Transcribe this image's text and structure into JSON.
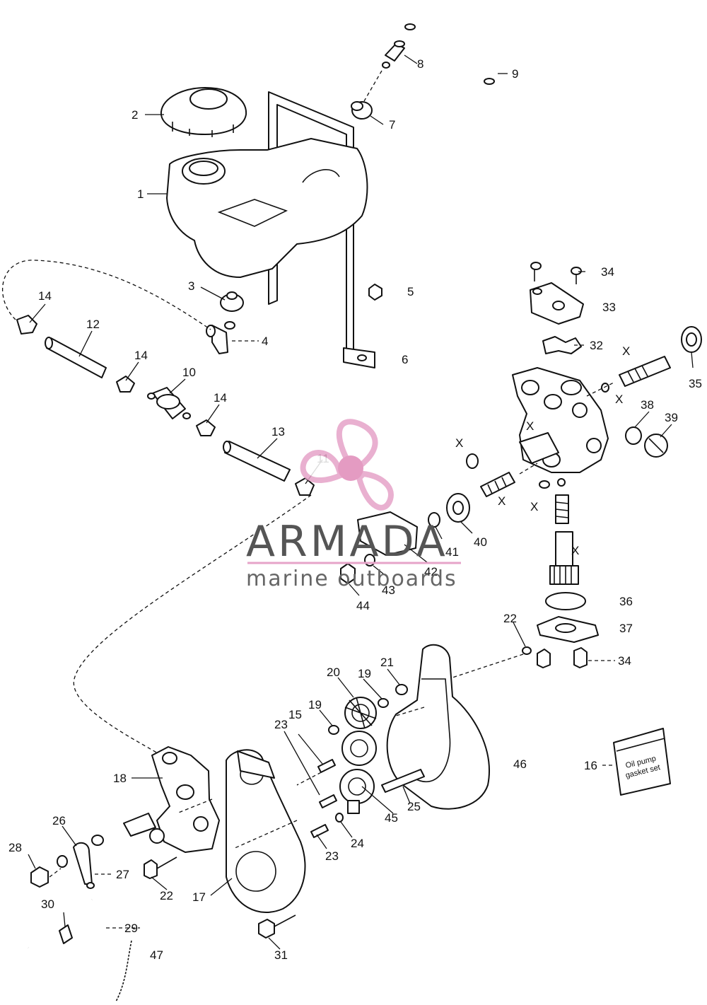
{
  "labels": [
    {
      "id": "1",
      "text": "1"
    },
    {
      "id": "2",
      "text": "2"
    },
    {
      "id": "3",
      "text": "3"
    },
    {
      "id": "4",
      "text": "4"
    },
    {
      "id": "5",
      "text": "5"
    },
    {
      "id": "6",
      "text": "6"
    },
    {
      "id": "7",
      "text": "7"
    },
    {
      "id": "8",
      "text": "8"
    },
    {
      "id": "9",
      "text": "9"
    },
    {
      "id": "10",
      "text": "10"
    },
    {
      "id": "11",
      "text": "11"
    },
    {
      "id": "12",
      "text": "12"
    },
    {
      "id": "13",
      "text": "13"
    },
    {
      "id": "14a",
      "text": "14"
    },
    {
      "id": "14b",
      "text": "14"
    },
    {
      "id": "14c",
      "text": "14"
    },
    {
      "id": "15",
      "text": "15"
    },
    {
      "id": "16",
      "text": "16"
    },
    {
      "id": "17",
      "text": "17"
    },
    {
      "id": "18",
      "text": "18"
    },
    {
      "id": "19a",
      "text": "19"
    },
    {
      "id": "19b",
      "text": "19"
    },
    {
      "id": "20",
      "text": "20"
    },
    {
      "id": "21",
      "text": "21"
    },
    {
      "id": "22a",
      "text": "22"
    },
    {
      "id": "22b",
      "text": "22"
    },
    {
      "id": "23a",
      "text": "23"
    },
    {
      "id": "23b",
      "text": "23"
    },
    {
      "id": "24",
      "text": "24"
    },
    {
      "id": "25",
      "text": "25"
    },
    {
      "id": "26",
      "text": "26"
    },
    {
      "id": "27",
      "text": "27"
    },
    {
      "id": "28",
      "text": "28"
    },
    {
      "id": "29",
      "text": "29"
    },
    {
      "id": "30",
      "text": "30"
    },
    {
      "id": "31",
      "text": "31"
    },
    {
      "id": "32",
      "text": "32"
    },
    {
      "id": "33",
      "text": "33"
    },
    {
      "id": "34a",
      "text": "34"
    },
    {
      "id": "34b",
      "text": "34"
    },
    {
      "id": "35",
      "text": "35"
    },
    {
      "id": "36",
      "text": "36"
    },
    {
      "id": "37",
      "text": "37"
    },
    {
      "id": "38",
      "text": "38"
    },
    {
      "id": "39",
      "text": "39"
    },
    {
      "id": "40",
      "text": "40"
    },
    {
      "id": "41",
      "text": "41"
    },
    {
      "id": "42",
      "text": "42"
    },
    {
      "id": "43",
      "text": "43"
    },
    {
      "id": "44",
      "text": "44"
    },
    {
      "id": "45",
      "text": "45"
    },
    {
      "id": "46",
      "text": "46"
    },
    {
      "id": "47",
      "text": "47"
    },
    {
      "id": "x1",
      "text": "X"
    },
    {
      "id": "x2",
      "text": "X"
    },
    {
      "id": "x3",
      "text": "X"
    },
    {
      "id": "x4",
      "text": "X"
    },
    {
      "id": "x5",
      "text": "X"
    },
    {
      "id": "x6",
      "text": "X"
    },
    {
      "id": "x7",
      "text": "X"
    }
  ],
  "gasket_kit": {
    "line1": "Oil pump",
    "line2": "gasket set"
  },
  "watermark": {
    "brand": "ARMADA",
    "tagline": "marine outboards",
    "accent": "#e6a3c8",
    "accent_dark": "#e08ab8"
  }
}
